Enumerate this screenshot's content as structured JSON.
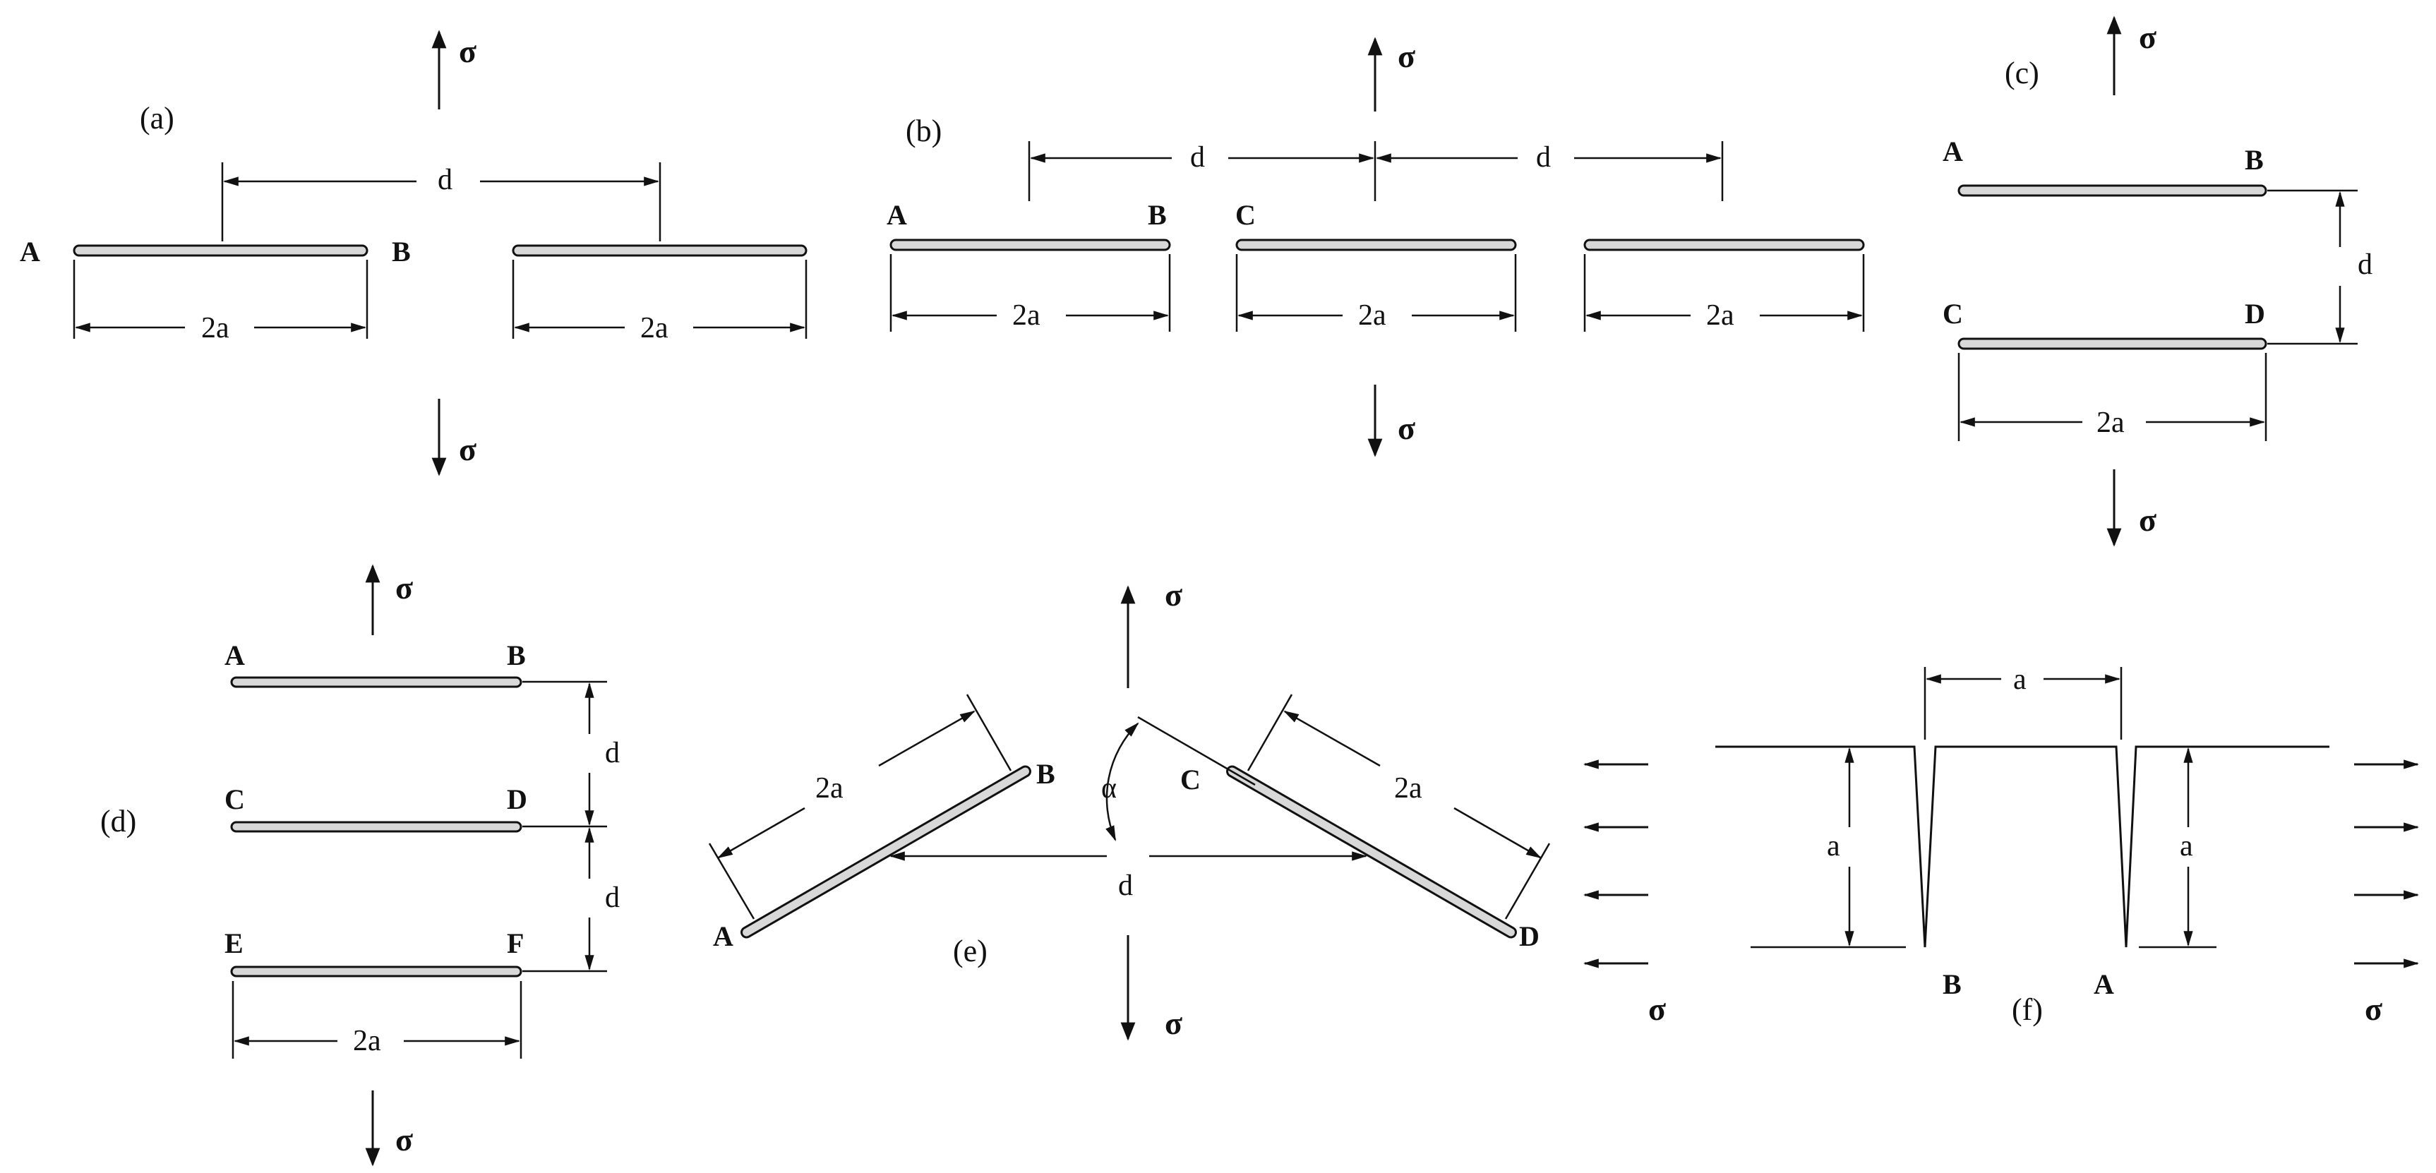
{
  "panels": {
    "a": {
      "label": "(a)",
      "d": "d",
      "len": "2a",
      "tips": [
        "A",
        "B"
      ]
    },
    "b": {
      "label": "(b)",
      "d": "d",
      "len": "2a",
      "tips": [
        "A",
        "B",
        "C"
      ]
    },
    "c": {
      "label": "(c)",
      "d": "d",
      "len": "2a",
      "tips": [
        "A",
        "B",
        "C",
        "D"
      ]
    },
    "d": {
      "label": "(d)",
      "d": "d",
      "len": "2a",
      "tips": [
        "A",
        "B",
        "C",
        "D",
        "E",
        "F"
      ]
    },
    "e": {
      "label": "(e)",
      "d": "d",
      "len": "2a",
      "angle": "α",
      "tips": [
        "A",
        "B",
        "C",
        "D"
      ]
    },
    "f": {
      "label": "(f)",
      "a": "a",
      "tips": [
        "B",
        "A"
      ]
    }
  },
  "stress": "σ",
  "colors": {
    "line": "#111111",
    "crack_fill": "#d8d8d8",
    "background": "#ffffff"
  }
}
